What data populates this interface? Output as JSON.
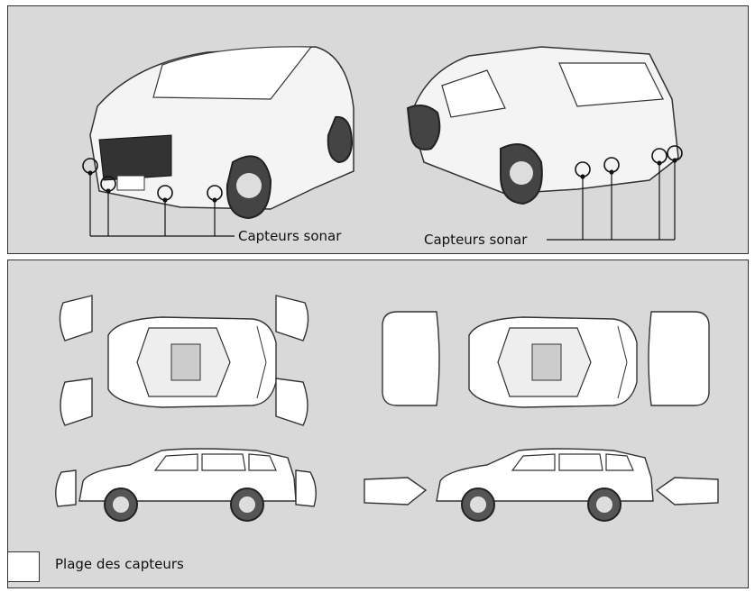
{
  "front_view": {
    "callout_label": "Capteurs sonar"
  },
  "rear_view": {
    "callout_label": "Capteurs sonar"
  },
  "legend": {
    "label": "Plage des capteurs"
  },
  "colors": {
    "panel_bg": "#d9d9d9",
    "range_fill": "#ffffff",
    "outline": "#333333"
  }
}
